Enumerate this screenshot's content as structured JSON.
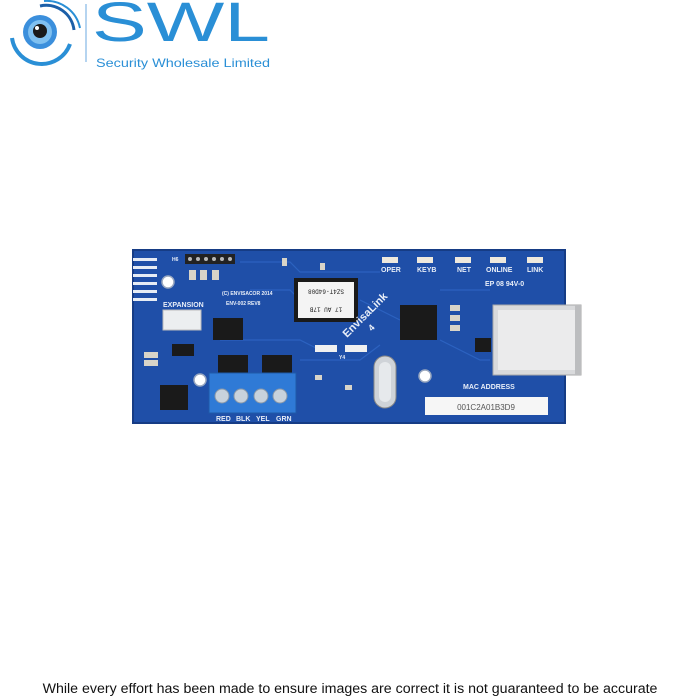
{
  "logo": {
    "brand": "SWL",
    "tagline": "Security Wholesale Limited",
    "colors": {
      "primary": "#2a8fd6",
      "dark": "#1c5fa8"
    }
  },
  "board": {
    "header_label": "H6",
    "expansion_label": "EXPANSION",
    "copyright_line1": "(C) ENVISACOR 2014",
    "copyright_line2": "ENV-002 REV8",
    "chip_line1": "SZ4T-64D08",
    "chip_line2": "17 AU 17B",
    "product_name": "EnvisaLink",
    "product_number": "4",
    "led_labels": [
      "OPER",
      "KEYB",
      "NET",
      "ONLINE",
      "LINK"
    ],
    "fr_rating": "EP 08 94V-0",
    "crystal_label": "Y4",
    "mac_label": "MAC ADDRESS",
    "mac_value": "001C2A01B3D9",
    "terminal_labels": [
      "RED",
      "BLK",
      "YEL",
      "GRN"
    ],
    "pcb_color": "#1f4fa8"
  },
  "disclaimer": "While every effort has been made to ensure images are correct it is not guaranteed to be accurate"
}
